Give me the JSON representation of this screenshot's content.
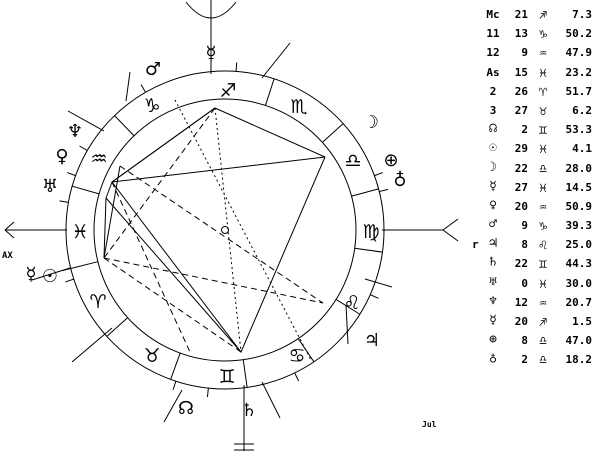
{
  "wheel": {
    "signs": [
      {
        "name": "sagittarius",
        "glyph": "♐"
      },
      {
        "name": "scorpio",
        "glyph": "♏"
      },
      {
        "name": "libra",
        "glyph": "♎"
      },
      {
        "name": "virgo",
        "glyph": "♍"
      },
      {
        "name": "leo",
        "glyph": "♌"
      },
      {
        "name": "cancer",
        "glyph": "♋"
      },
      {
        "name": "gemini",
        "glyph": "♊"
      },
      {
        "name": "taurus",
        "glyph": "♉"
      },
      {
        "name": "aries",
        "glyph": "♈"
      },
      {
        "name": "pisces",
        "glyph": "♓"
      },
      {
        "name": "aquarius",
        "glyph": "♒"
      },
      {
        "name": "capricorn",
        "glyph": "♑"
      }
    ],
    "outer_symbols": [
      {
        "name": "mercury",
        "glyph": "☿"
      },
      {
        "name": "mars",
        "glyph": "♂"
      },
      {
        "name": "neptune",
        "glyph": "♆"
      },
      {
        "name": "venus",
        "glyph": "♀"
      },
      {
        "name": "uranus",
        "glyph": "♅"
      },
      {
        "name": "moon",
        "glyph": "☽"
      },
      {
        "name": "earth",
        "glyph": "⊕"
      },
      {
        "name": "part-of-fortune",
        "glyph": "♁"
      },
      {
        "name": "jupiter",
        "glyph": "♃"
      },
      {
        "name": "node",
        "glyph": "☊"
      },
      {
        "name": "saturn",
        "glyph": "♄"
      },
      {
        "name": "mercury-2",
        "glyph": "☿"
      },
      {
        "name": "sun",
        "glyph": "☉"
      }
    ],
    "ax_label": "AX",
    "signature": "Jul"
  },
  "table": {
    "rows": [
      {
        "pre": "",
        "label": "Mc",
        "label_symbol": false,
        "deg": "21",
        "sign": "♐",
        "min": "7.3"
      },
      {
        "pre": "",
        "label": "11",
        "label_symbol": false,
        "deg": "13",
        "sign": "♑",
        "min": "50.2"
      },
      {
        "pre": "",
        "label": "12",
        "label_symbol": false,
        "deg": "9",
        "sign": "♒",
        "min": "47.9"
      },
      {
        "pre": "",
        "label": "As",
        "label_symbol": false,
        "deg": "15",
        "sign": "♓",
        "min": "23.2"
      },
      {
        "pre": "",
        "label": "2",
        "label_symbol": false,
        "deg": "26",
        "sign": "♈",
        "min": "51.7"
      },
      {
        "pre": "",
        "label": "3",
        "label_symbol": false,
        "deg": "27",
        "sign": "♉",
        "min": "6.2"
      },
      {
        "pre": "",
        "label": "☊",
        "label_symbol": true,
        "deg": "2",
        "sign": "♊",
        "min": "53.3"
      },
      {
        "pre": "",
        "label": "☉",
        "label_symbol": true,
        "deg": "29",
        "sign": "♓",
        "min": "4.1"
      },
      {
        "pre": "",
        "label": "☽",
        "label_symbol": true,
        "deg": "22",
        "sign": "♎",
        "min": "28.0"
      },
      {
        "pre": "",
        "label": "☿",
        "label_symbol": true,
        "deg": "27",
        "sign": "♓",
        "min": "14.5"
      },
      {
        "pre": "",
        "label": "♀",
        "label_symbol": true,
        "deg": "20",
        "sign": "♒",
        "min": "50.9"
      },
      {
        "pre": "",
        "label": "♂",
        "label_symbol": true,
        "deg": "9",
        "sign": "♑",
        "min": "39.3"
      },
      {
        "pre": "r",
        "label": "♃",
        "label_symbol": true,
        "deg": "8",
        "sign": "♌",
        "min": "25.0"
      },
      {
        "pre": "",
        "label": "♄",
        "label_symbol": true,
        "deg": "22",
        "sign": "♊",
        "min": "44.3"
      },
      {
        "pre": "",
        "label": "♅",
        "label_symbol": true,
        "deg": "0",
        "sign": "♓",
        "min": "30.0"
      },
      {
        "pre": "",
        "label": "♆",
        "label_symbol": true,
        "deg": "12",
        "sign": "♒",
        "min": "20.7"
      },
      {
        "pre": "",
        "label": "☿",
        "label_symbol": true,
        "deg": "20",
        "sign": "♐",
        "min": "1.5"
      },
      {
        "pre": "",
        "label": "⊕",
        "label_symbol": true,
        "deg": "8",
        "sign": "♎",
        "min": "47.0"
      },
      {
        "pre": "",
        "label": "♁",
        "label_symbol": true,
        "deg": "2",
        "sign": "♎",
        "min": "18.2"
      }
    ]
  }
}
